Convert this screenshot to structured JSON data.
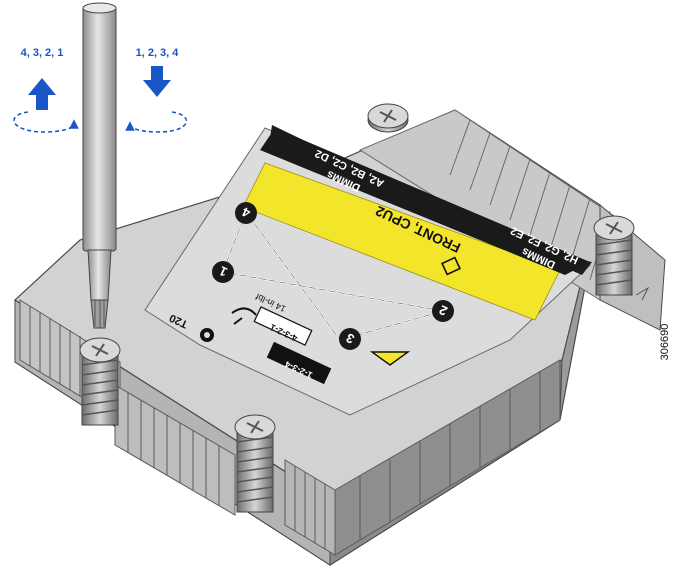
{
  "left_sequence": "4, 3, 2, 1",
  "right_sequence": "1, 2, 3, 4",
  "label": {
    "dimms_left_line1": "DIMMs",
    "dimms_left_line2": "A2, B2, C2, D2",
    "dimms_right_line1": "DIMMs",
    "dimms_right_line2": "H2, G2, F2, E2",
    "front_cpu": "FRONT, CPU2",
    "torque": "14 in-lbf",
    "driver": "T20",
    "remove_order": "4-3-2-1",
    "install_order": "1-2-3-4"
  },
  "screw_numbers": [
    "1",
    "2",
    "3",
    "4"
  ],
  "figure_number": "306690",
  "colors": {
    "arrow_blue": "#1a56c8",
    "label_yellow": "#f2e52a",
    "label_gray": "#dcdcdc",
    "metal_light": "#cfcfcf",
    "metal_mid": "#a9a9a9",
    "metal_dark": "#7d7d7d"
  }
}
